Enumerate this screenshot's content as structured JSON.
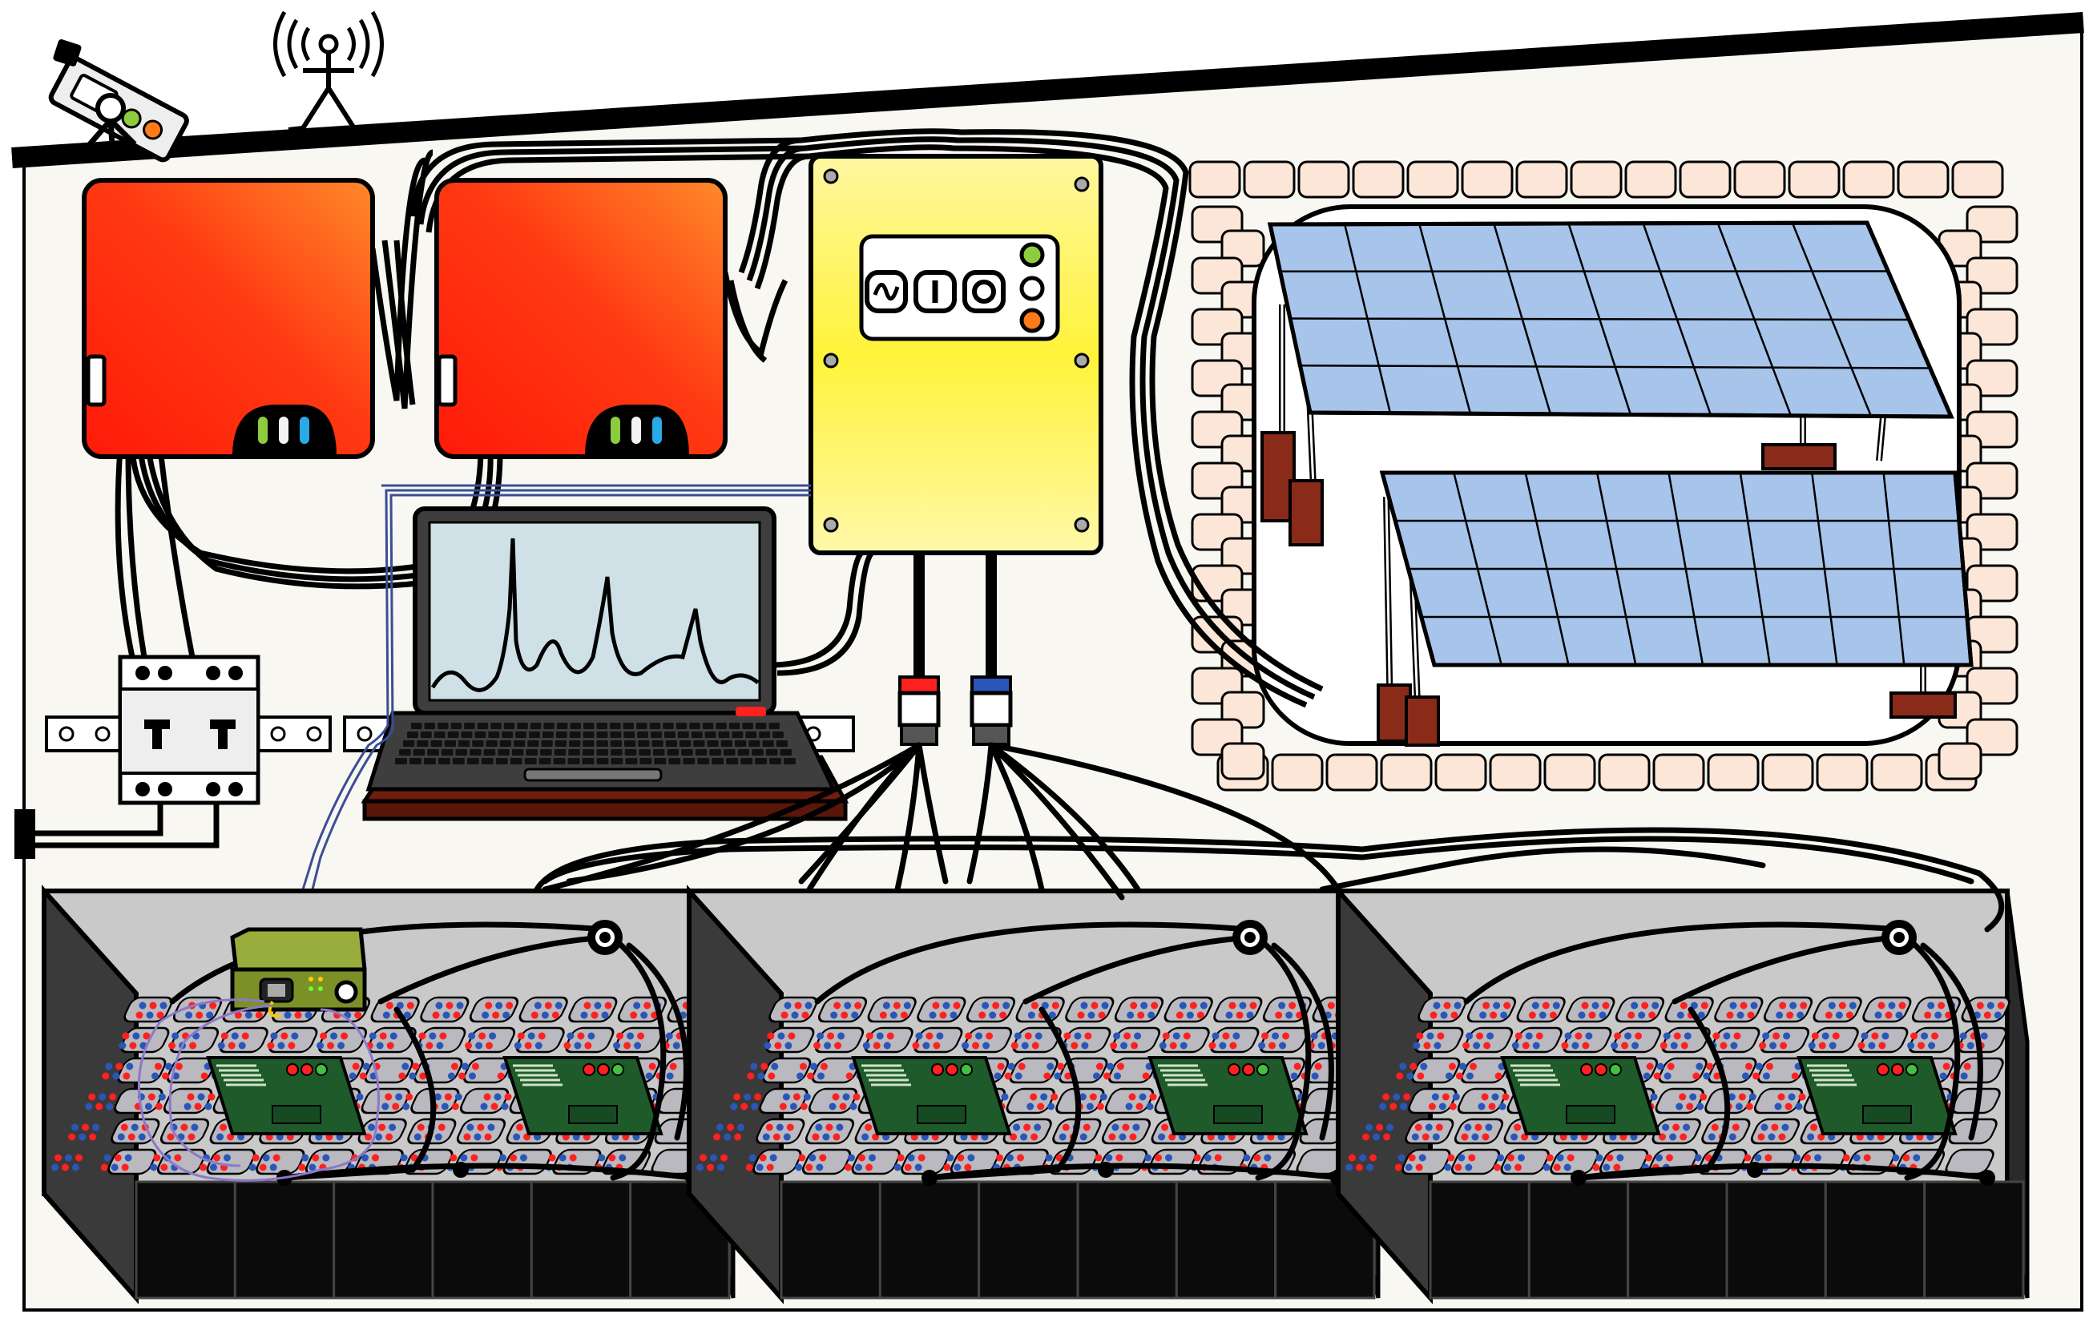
{
  "colors": {
    "wall": "#f8f7f2",
    "outline": "#000000",
    "inverter_red": "#ff2a10",
    "inverter_orange": "#ff7a20",
    "controller_yellow": "#fff23a",
    "panel_blue": "#a7c4ea",
    "brick": "#fbe6d8",
    "battery_case": "#c9c9c9",
    "battery_cell": "#b9b9bf",
    "battery_black": "#0b0b0b",
    "pcb_green": "#1f5a2a",
    "gateway_green": "#98ad3c",
    "terminal_red": "#ff2020",
    "terminal_blue": "#2a56b8",
    "data_wire": "#3a4e93",
    "data_wire_purple": "#8c78c8",
    "led_green": "#8dcc3e",
    "led_white": "#f3f3f3",
    "led_blue": "#29a9e6",
    "led_orange": "#ff7a18",
    "laptop_body": "#3e3e3e",
    "laptop_screen": "#cfe0e6",
    "desk_wood": "#6e1d0e"
  },
  "icons": {
    "sensor": "weather-sensor-icon",
    "antenna": "antenna-icon",
    "sine": "sine-wave-icon",
    "power": "power-icon",
    "ring": "ring-icon"
  },
  "solar_array": {
    "rows": 4,
    "columns": 8
  },
  "battery_banks": 3,
  "battery_blocks_per_bank": 6
}
